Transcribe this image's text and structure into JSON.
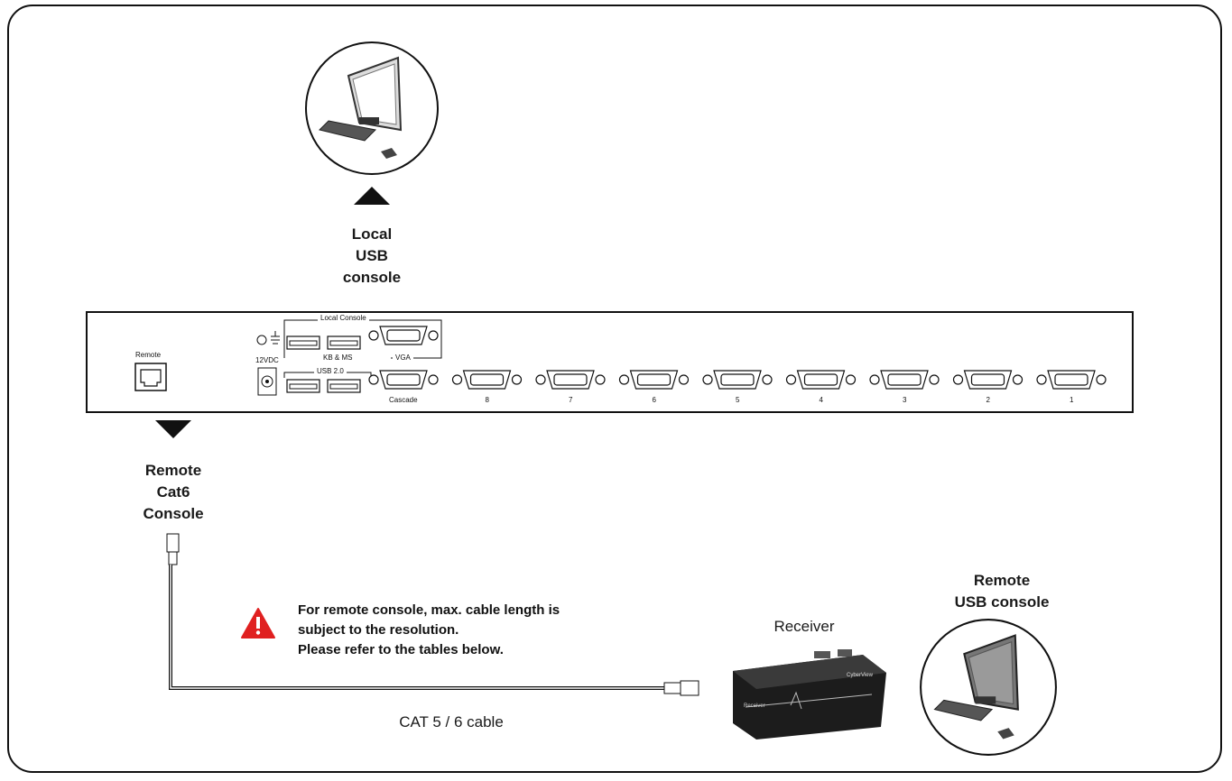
{
  "local_console": {
    "line1": "Local",
    "line2": "USB",
    "line3": "console"
  },
  "remote_cat6": {
    "line1": "Remote",
    "line2": "Cat6",
    "line3": "Console"
  },
  "remote_usb": {
    "line1": "Remote",
    "line2": "USB console"
  },
  "receiver_label": "Receiver",
  "cable_label": "CAT 5 / 6 cable",
  "note": {
    "line1": "For remote console, max. cable length is",
    "line2": "subject to the resolution.",
    "line3": "Please refer to the tables below."
  },
  "panel": {
    "remote": "Remote",
    "local_console": "Local Console",
    "kb_ms": "KB & MS",
    "vga": "VGA",
    "power": "12VDC",
    "usb": "USB 2.0",
    "cascade": "Cascade",
    "ports": [
      "8",
      "7",
      "6",
      "5",
      "4",
      "3",
      "2",
      "1"
    ]
  },
  "receiver_brand": "CyberView",
  "receiver_text": "Receiver",
  "colors": {
    "warning": "#e02020",
    "line": "#111111"
  }
}
